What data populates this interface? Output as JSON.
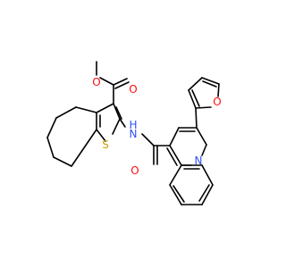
{
  "molecule": {
    "atoms": {
      "O_carbonyl_ester": {
        "text": "O",
        "color": "#ff0d0d"
      },
      "O_methoxy": {
        "text": "O",
        "color": "#ff0d0d"
      },
      "N_amide": {
        "text": "N",
        "color": "#3050f8"
      },
      "H_amide": {
        "text": "H",
        "color": "#3050f8"
      },
      "S_thiophene": {
        "text": "S",
        "color": "#c8a000"
      },
      "O_furan": {
        "text": "O",
        "color": "#ff0d0d"
      },
      "N_quinoline": {
        "text": "N",
        "color": "#3050f8"
      },
      "O_amide": {
        "text": "O",
        "color": "#ff0d0d"
      }
    }
  }
}
